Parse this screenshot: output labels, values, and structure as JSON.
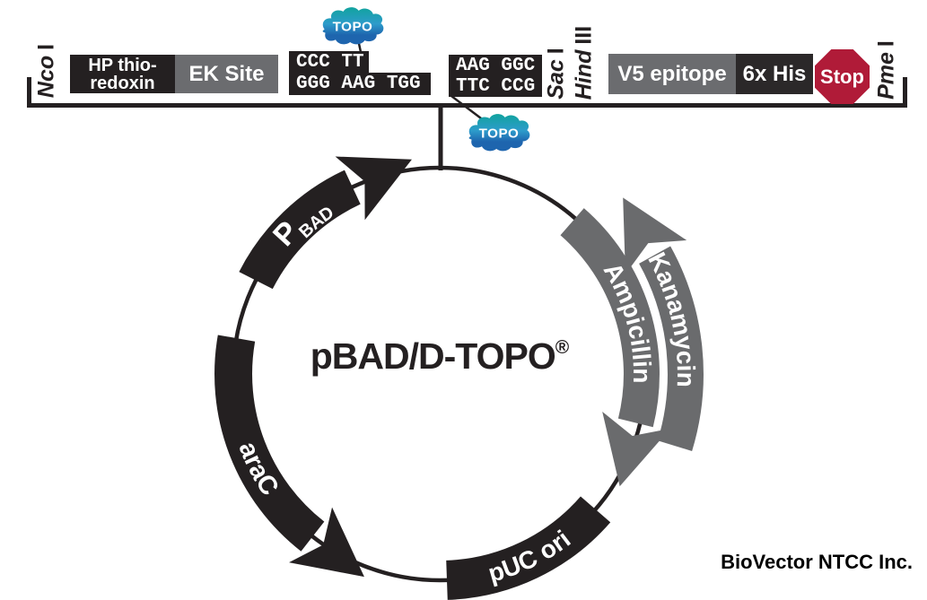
{
  "plasmid": {
    "name": "pBAD/D-TOPO",
    "registered_mark": "®",
    "promoter_main": "P",
    "promoter_sub": "BAD",
    "arac": "araC",
    "puc_ori": "pUC ori",
    "ampicillin": "Ampicillin",
    "kanamycin": "Kanamycin"
  },
  "linear_map": {
    "sites": {
      "nco": {
        "name": "Nco",
        "numeral": "I"
      },
      "sac": {
        "name": "Sac",
        "numeral": "I"
      },
      "hind": {
        "name": "Hind",
        "numeral": "III"
      },
      "pme": {
        "name": "Pme",
        "numeral": "I"
      }
    },
    "thioredoxin_line1": "HP thio-",
    "thioredoxin_line2": "redoxin",
    "ek_site": "EK Site",
    "overhang_left_top": "CCC TT",
    "overhang_left_bottom": "GGG AAG TGG",
    "overhang_right_top": "AAG GGC",
    "overhang_right_bottom": "TTC CCG",
    "v5_epitope": "V5 epitope",
    "his_tag": "6x His",
    "stop": "Stop"
  },
  "topo_label": "TOPO",
  "credit": "BioVector NTCC Inc.",
  "colors": {
    "ink": "#242021",
    "box_gray": "#6b6c6f",
    "box_dark": "#2b2829",
    "arrow_gray": "#6a6b6d",
    "stop_red": "#b01b38",
    "cloud_teal": "#11a39e",
    "cloud_mid_blue": "#2d9ccb",
    "cloud_blue": "#1e65ae"
  }
}
